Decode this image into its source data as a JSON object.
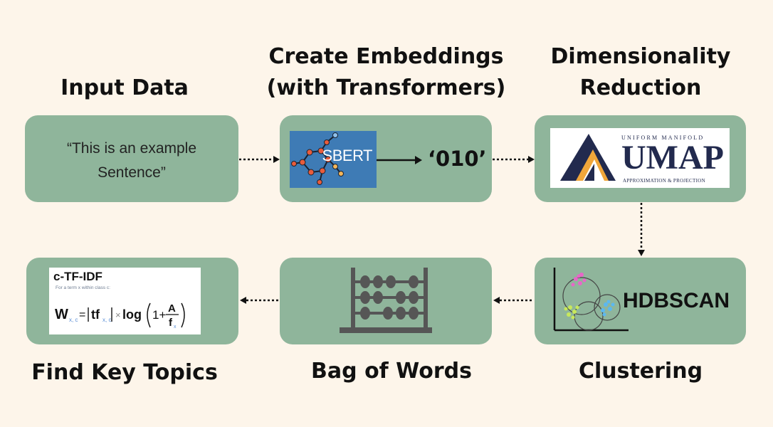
{
  "steps": {
    "input": {
      "title": "Input Data",
      "text_line1": "“This is an example",
      "text_line2": "Sentence”"
    },
    "embed": {
      "title_line1": "Create Embeddings",
      "title_line2": "(with Transformers)",
      "logo_text": "SBERT",
      "vector_text": "‘010’"
    },
    "reduce": {
      "title_line1": "Dimensionality",
      "title_line2": "Reduction",
      "logo_top": "UNIFORM MANIFOLD",
      "logo_main": "UMAP",
      "logo_bottom": "APPROXIMATION & PROJECTION"
    },
    "cluster": {
      "title": "Clustering",
      "logo_text": "HDBSCAN"
    },
    "bow": {
      "title": "Bag of Words"
    },
    "topics": {
      "title": "Find Key Topics",
      "formula_title": "c-TF-IDF",
      "formula_sub": "For a term x within class c:"
    }
  },
  "colors": {
    "background": "#fdf5ea",
    "box": "#8fb59b",
    "sbert_blue": "#3e7bb5",
    "umap_navy": "#222a4e"
  }
}
